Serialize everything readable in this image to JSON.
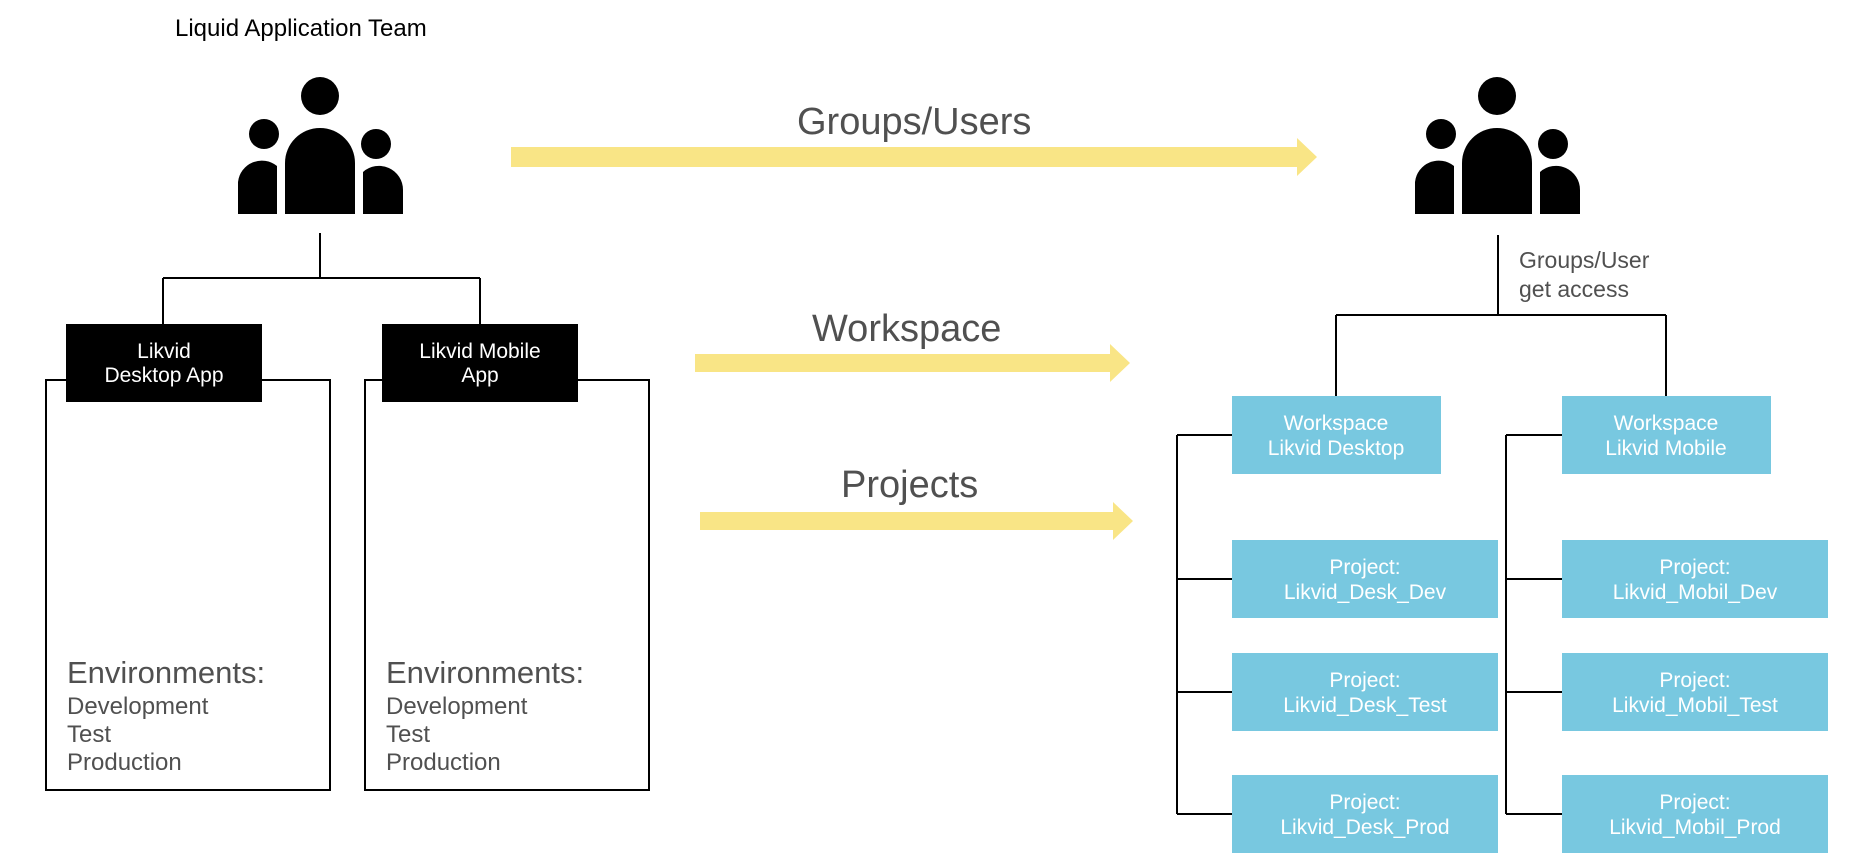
{
  "team_title": "Liquid Application Team",
  "arrows": {
    "groups_users": "Groups/Users",
    "workspace": "Workspace",
    "projects": "Projects"
  },
  "colors": {
    "arrow_fill": "#f9e586",
    "tile_fill": "#78c8e0",
    "dark_box": "#000000"
  },
  "left": {
    "apps": [
      {
        "label_line1": "Likvid",
        "label_line2": "Desktop App",
        "env_heading": "Environments:",
        "environments": [
          "Development",
          "Test",
          "Production"
        ]
      },
      {
        "label_line1": "Likvid Mobile",
        "label_line2": "App",
        "env_heading": "Environments:",
        "environments": [
          "Development",
          "Test",
          "Production"
        ]
      }
    ]
  },
  "right": {
    "access_note_line1": "Groups/User",
    "access_note_line2": "get access",
    "workspaces": [
      {
        "line1": "Workspace",
        "line2": "Likvid Desktop",
        "projects": [
          {
            "line1": "Project:",
            "line2": "Likvid_Desk_Dev"
          },
          {
            "line1": "Project:",
            "line2": "Likvid_Desk_Test"
          },
          {
            "line1": "Project:",
            "line2": "Likvid_Desk_Prod"
          }
        ]
      },
      {
        "line1": "Workspace",
        "line2": "Likvid Mobile",
        "projects": [
          {
            "line1": "Project:",
            "line2": "Likvid_Mobil_Dev"
          },
          {
            "line1": "Project:",
            "line2": "Likvid_Mobil_Test"
          },
          {
            "line1": "Project:",
            "line2": "Likvid_Mobil_Prod"
          }
        ]
      }
    ]
  }
}
